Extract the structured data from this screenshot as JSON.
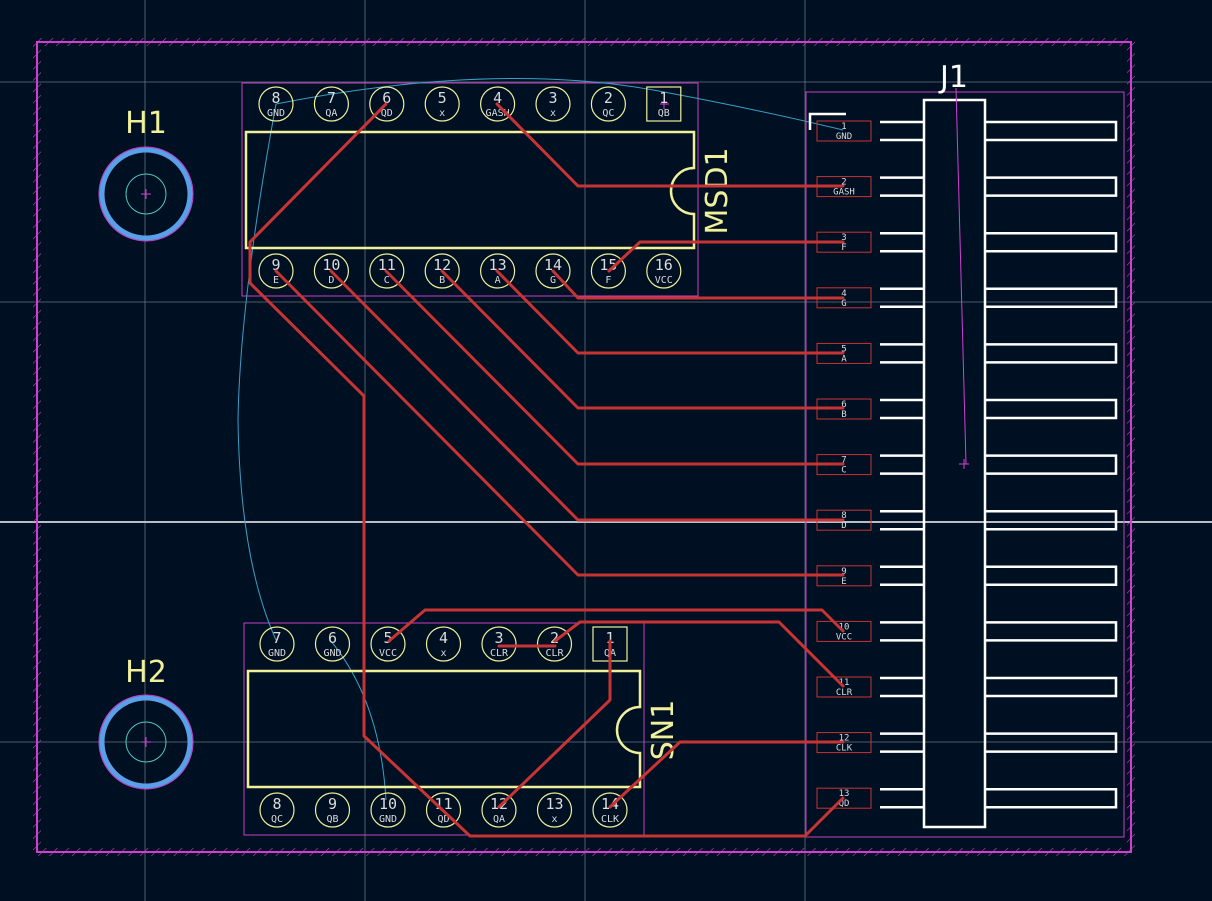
{
  "colors": {
    "background": "#001023",
    "grid": "#7f8a9a",
    "board_edge": "#d23fd0",
    "silkscreen": "#f0ef9a",
    "courtyard": "#c63fc3",
    "copper_track": "#c83434",
    "ratsnest": "#3a9fc4",
    "connector_body": "#ffffff",
    "mount_ring": "#5aa0e8"
  },
  "refs": {
    "h1": "H1",
    "h2": "H2",
    "j1": "J1",
    "msd1": "MSD1",
    "sn1": "SN1"
  },
  "msd1": {
    "top_row": [
      {
        "num": "8",
        "net": "GND"
      },
      {
        "num": "7",
        "net": "QA"
      },
      {
        "num": "6",
        "net": "QD"
      },
      {
        "num": "5",
        "net": "x"
      },
      {
        "num": "4",
        "net": "GASH"
      },
      {
        "num": "3",
        "net": "x"
      },
      {
        "num": "2",
        "net": "QC"
      },
      {
        "num": "1",
        "net": "QB"
      }
    ],
    "bottom_row": [
      {
        "num": "9",
        "net": "E"
      },
      {
        "num": "10",
        "net": "D"
      },
      {
        "num": "11",
        "net": "C"
      },
      {
        "num": "12",
        "net": "B"
      },
      {
        "num": "13",
        "net": "A"
      },
      {
        "num": "14",
        "net": "G"
      },
      {
        "num": "15",
        "net": "F"
      },
      {
        "num": "16",
        "net": "VCC"
      }
    ]
  },
  "sn1": {
    "top_row": [
      {
        "num": "7",
        "net": "GND"
      },
      {
        "num": "6",
        "net": "GND"
      },
      {
        "num": "5",
        "net": "VCC"
      },
      {
        "num": "4",
        "net": "x"
      },
      {
        "num": "3",
        "net": "CLR"
      },
      {
        "num": "2",
        "net": "CLR"
      },
      {
        "num": "1",
        "net": "QA"
      }
    ],
    "bottom_row": [
      {
        "num": "8",
        "net": "QC"
      },
      {
        "num": "9",
        "net": "QB"
      },
      {
        "num": "10",
        "net": "GND"
      },
      {
        "num": "11",
        "net": "QD"
      },
      {
        "num": "12",
        "net": "QA"
      },
      {
        "num": "13",
        "net": "x"
      },
      {
        "num": "14",
        "net": "CLK"
      }
    ]
  },
  "j1_pins": [
    {
      "num": "1",
      "net": "GND"
    },
    {
      "num": "2",
      "net": "GASH"
    },
    {
      "num": "3",
      "net": "F"
    },
    {
      "num": "4",
      "net": "G"
    },
    {
      "num": "5",
      "net": "A"
    },
    {
      "num": "6",
      "net": "B"
    },
    {
      "num": "7",
      "net": "C"
    },
    {
      "num": "8",
      "net": "D"
    },
    {
      "num": "9",
      "net": "E"
    },
    {
      "num": "10",
      "net": "VCC"
    },
    {
      "num": "11",
      "net": "CLR"
    },
    {
      "num": "12",
      "net": "CLK"
    },
    {
      "num": "13",
      "net": "QD"
    }
  ]
}
